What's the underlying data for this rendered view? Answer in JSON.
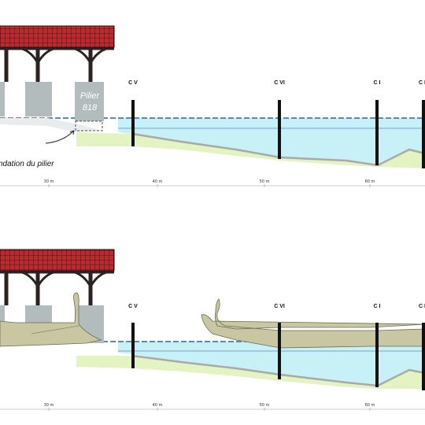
{
  "labels": {
    "pier_word": "Pilier",
    "pier_number": "818",
    "foundation": "ndation du pilier"
  },
  "posts": [
    "C V",
    "C VI",
    "C I",
    "C I"
  ],
  "scale_ticks": [
    "30 m",
    "40 m",
    "50 m",
    "60 m"
  ],
  "colors": {
    "roof": "#c0282e",
    "roof_grid": "#3a0a0a",
    "timber": "#2a2320",
    "pier": "#b3bcbc",
    "water": "#c8f1f7",
    "waterline": "#5a88c8",
    "riverbed": "#e3f4c2",
    "sediment": "#a9a9a9",
    "boat": "#c9c6a2",
    "boat_outline": "#6a6a50"
  }
}
